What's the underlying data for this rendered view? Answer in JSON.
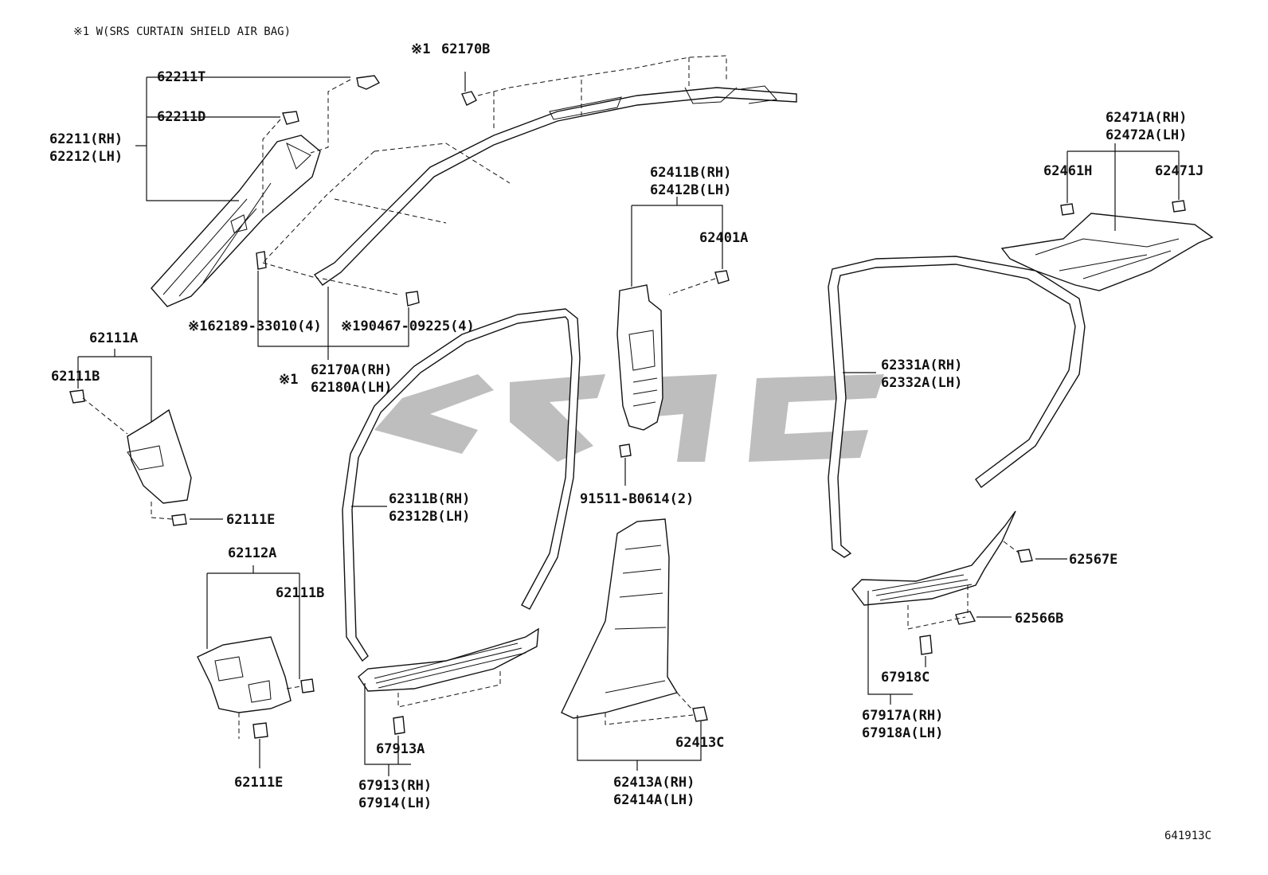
{
  "header": {
    "note": "※1 W(SRS CURTAIN SHIELD AIR BAG)"
  },
  "footer": {
    "diagram_code": "641913C"
  },
  "labels": {
    "l62211T": "62211T",
    "l62211D": "62211D",
    "l62211RH": "62211(RH)",
    "l62212LH": "62212(LH)",
    "lmark1a": "※1",
    "l62170B": "62170B",
    "l62189": "※162189-33010(4)",
    "l90467": "※190467-09225(4)",
    "lmark1b": "※1",
    "l62170A": "62170A(RH)",
    "l62180A": "62180A(LH)",
    "l62411B": "62411B(RH)",
    "l62412B": "62412B(LH)",
    "l62401A": "62401A",
    "l91511": "91511-B0614(2)",
    "l62471A": "62471A(RH)",
    "l62472A": "62472A(LH)",
    "l62461H": "62461H",
    "l62471J": "62471J",
    "l62331A": "62331A(RH)",
    "l62332A": "62332A(LH)",
    "l62111A": "62111A",
    "l62111B_a": "62111B",
    "l62111E_a": "62111E",
    "l62112A": "62112A",
    "l62111B_b": "62111B",
    "l62111E_b": "62111E",
    "l62311B": "62311B(RH)",
    "l62312B": "62312B(LH)",
    "l67913A": "67913A",
    "l67913RH": "67913(RH)",
    "l67914LH": "67914(LH)",
    "l62413C": "62413C",
    "l62413A": "62413A(RH)",
    "l62414A": "62414A(LH)",
    "l62567E": "62567E",
    "l62566B": "62566B",
    "l67918C": "67918C",
    "l67917A": "67917A(RH)",
    "l67918A": "67918A(LH)"
  }
}
